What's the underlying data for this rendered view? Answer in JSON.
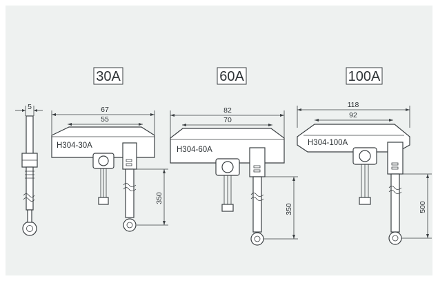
{
  "side_view": {
    "thickness": "5"
  },
  "fuses": [
    {
      "rating": "30A",
      "model": "H304-30A",
      "overall_width": "67",
      "inner_width": "55",
      "wire_length": "350"
    },
    {
      "rating": "60A",
      "model": "H304-60A",
      "overall_width": "82",
      "inner_width": "70",
      "wire_length": "350"
    },
    {
      "rating": "100A",
      "model": "H304-100A",
      "overall_width": "118",
      "inner_width": "92",
      "wire_length": "500"
    }
  ],
  "colors": {
    "background": "#eef1f0",
    "line": "#3a3f42",
    "text": "#2e3336"
  }
}
